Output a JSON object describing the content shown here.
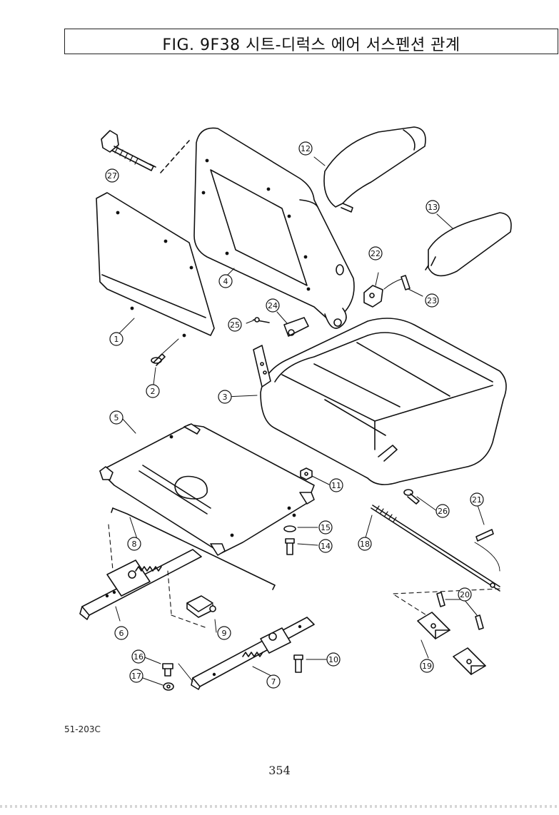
{
  "title": "FIG. 9F38 시트-디럭스 에어 서스펜션 관계",
  "figure_code": "51-203C",
  "page_number": "354",
  "callouts": [
    "1",
    "2",
    "3",
    "4",
    "5",
    "6",
    "7",
    "8",
    "9",
    "10",
    "11",
    "12",
    "13",
    "14",
    "15",
    "16",
    "17",
    "18",
    "19",
    "20",
    "21",
    "22",
    "23",
    "24",
    "25",
    "26",
    "27"
  ]
}
